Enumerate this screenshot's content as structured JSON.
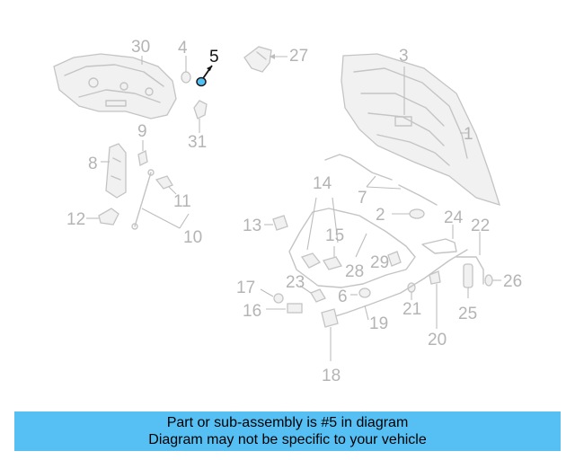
{
  "diagram": {
    "highlighted_part": "5",
    "highlight_color": "#56c0f4",
    "labels": [
      "1",
      "2",
      "3",
      "4",
      "5",
      "6",
      "7",
      "8",
      "9",
      "10",
      "11",
      "12",
      "13",
      "14",
      "15",
      "16",
      "17",
      "18",
      "19",
      "20",
      "21",
      "22",
      "23",
      "24",
      "25",
      "26",
      "27",
      "28",
      "29",
      "30",
      "31"
    ]
  },
  "banner": {
    "line1": "Part or sub-assembly is #5 in diagram",
    "line2": "Diagram may not be specific to your vehicle",
    "background": "#56c0f4"
  }
}
